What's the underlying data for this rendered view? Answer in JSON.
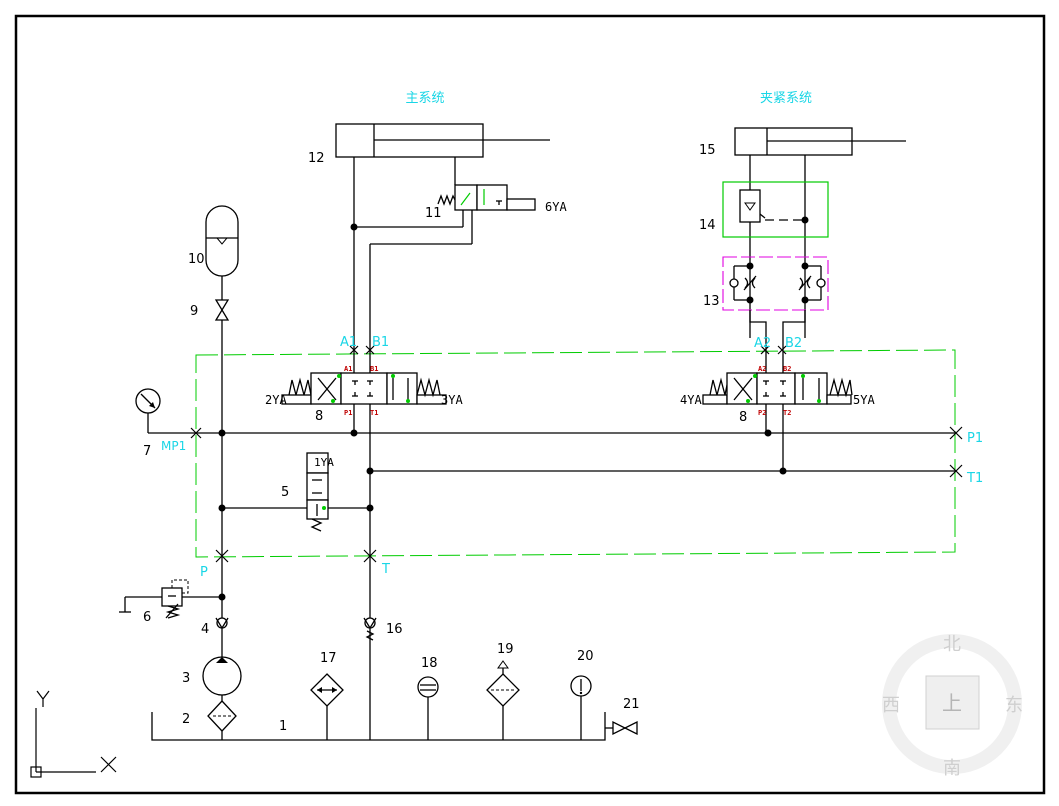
{
  "titles": {
    "main_system": "主系统",
    "clamp_system": "夹紧系统"
  },
  "numbers": {
    "n1": "1",
    "n2": "2",
    "n3": "3",
    "n4": "4",
    "n5": "5",
    "n6": "6",
    "n7": "7",
    "n8a": "8",
    "n8b": "8",
    "n9": "9",
    "n10": "10",
    "n11": "11",
    "n12": "12",
    "n13": "13",
    "n14": "14",
    "n15": "15",
    "n16": "16",
    "n17": "17",
    "n18": "18",
    "n19": "19",
    "n20": "20",
    "n21": "21"
  },
  "ports": {
    "A1": "A1",
    "B1": "B1",
    "A2": "A2",
    "B2": "B2",
    "MP1": "MP1",
    "P": "P",
    "T": "T",
    "P1": "P1",
    "T1": "T1"
  },
  "valve_ports": {
    "a1": "A1",
    "b1": "B1",
    "p1": "P1",
    "t1": "T1",
    "a2": "A2",
    "b2": "B2",
    "p2": "P2",
    "t2": "T2"
  },
  "solenoids": {
    "s1": "1YA",
    "s2": "2YA",
    "s3": "3YA",
    "s4": "4YA",
    "s5": "5YA",
    "s6": "6YA"
  },
  "compass": {
    "north": "北",
    "south": "南",
    "east": "东",
    "west": "西",
    "up": "上"
  },
  "axes": {
    "x": "X",
    "y": "Y"
  },
  "colors": {
    "boundary": "#00cc00",
    "clamp_box": "#00cc00",
    "throttle_box": "#e000e0",
    "label_cyan": "#1ad6e6",
    "port_red": "#c00000"
  }
}
